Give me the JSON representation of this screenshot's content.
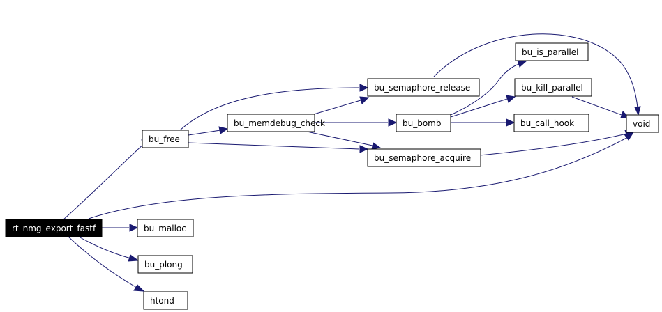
{
  "graph": {
    "nodes": {
      "rt_nmg_export_fastf": "rt_nmg_export_fastf",
      "bu_free": "bu_free",
      "bu_malloc": "bu_malloc",
      "bu_plong": "bu_plong",
      "htond": "htond",
      "void": "void",
      "bu_memdebug_check": "bu_memdebug_check",
      "bu_semaphore_release": "bu_semaphore_release",
      "bu_semaphore_acquire": "bu_semaphore_acquire",
      "bu_bomb": "bu_bomb",
      "bu_is_parallel": "bu_is_parallel",
      "bu_kill_parallel": "bu_kill_parallel",
      "bu_call_hook": "bu_call_hook"
    },
    "colors": {
      "edge": "#191970",
      "root_fill": "#000000",
      "root_text": "#ffffff",
      "node_border": "#000000"
    }
  }
}
